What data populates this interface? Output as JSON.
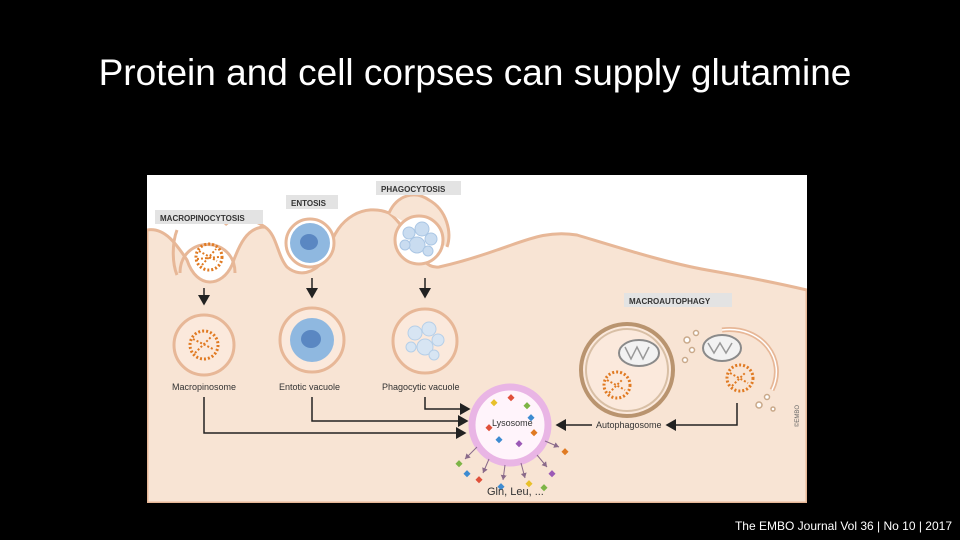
{
  "slide": {
    "title": "Protein and cell corpses can supply glutamine",
    "citation": "The EMBO Journal Vol 36 | No 10 | 2017"
  },
  "figure": {
    "tags": {
      "macropinocytosis": "MACROPINOCYTOSIS",
      "entosis": "ENTOSIS",
      "phagocytosis": "PHAGOCYTOSIS",
      "macroautophagy": "MACROAUTOPHAGY"
    },
    "labels": {
      "macropinosome": "Macropinosome",
      "entotic_vacuole": "Entotic vacuole",
      "phagocytic_vacuole": "Phagocytic vacuole",
      "lysosome": "Lysosome",
      "autophagosome": "Autophagosome",
      "products": "Gln, Leu, ..."
    },
    "watermark": "©EMBO",
    "colors": {
      "cytoplasm": "#f8e4d4",
      "membrane": "#e7b797",
      "cell_blue": "#8fb8e0",
      "nucleus_blue": "#5a87c2",
      "protein_orange": "#e07a22",
      "lysosome_pink": "#e9b5e5",
      "tag_bg": "#e3e3e3"
    }
  }
}
